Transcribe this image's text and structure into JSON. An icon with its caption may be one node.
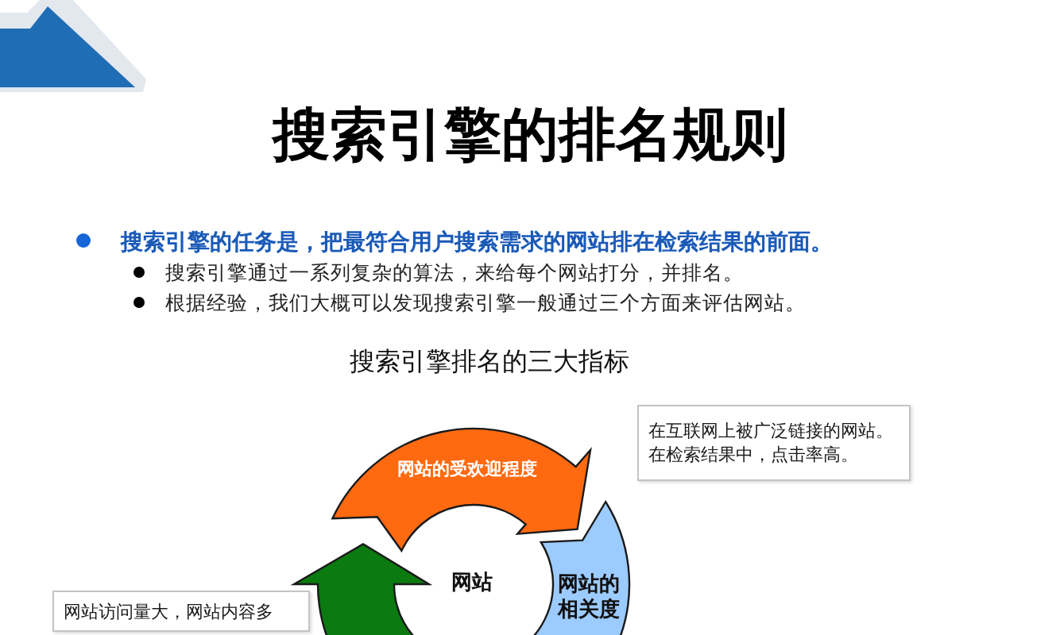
{
  "diagram": {
    "title": "搜索引擎的排名规则",
    "nodes": [
      {
        "text": [
          "网站的受欢迎程度"
        ]
      },
      {
        "text": [
          "网站的相关度"
        ]
      },
      {
        "text": [],
        "shape": "arrow"
      },
      {
        "text": [
          "在互联网上被广泛链接的网站。",
          "在检索结果中，点击率高。"
        ]
      },
      {
        "text": [
          "网站访问量大，网站内容多"
        ]
      }
    ],
    "labels": [
      "搜索引擎的任务是，把最符合用户搜索需求的网站排在检索结果的前面。",
      "搜索引擎通过一系列复杂的算法，来给每个网站打分，并排名。",
      "根据经验，我们大概可以发现搜索引擎一般通过三个方面来评估网站。",
      "搜索引擎排名的三大指标",
      "网站"
    ]
  }
}
